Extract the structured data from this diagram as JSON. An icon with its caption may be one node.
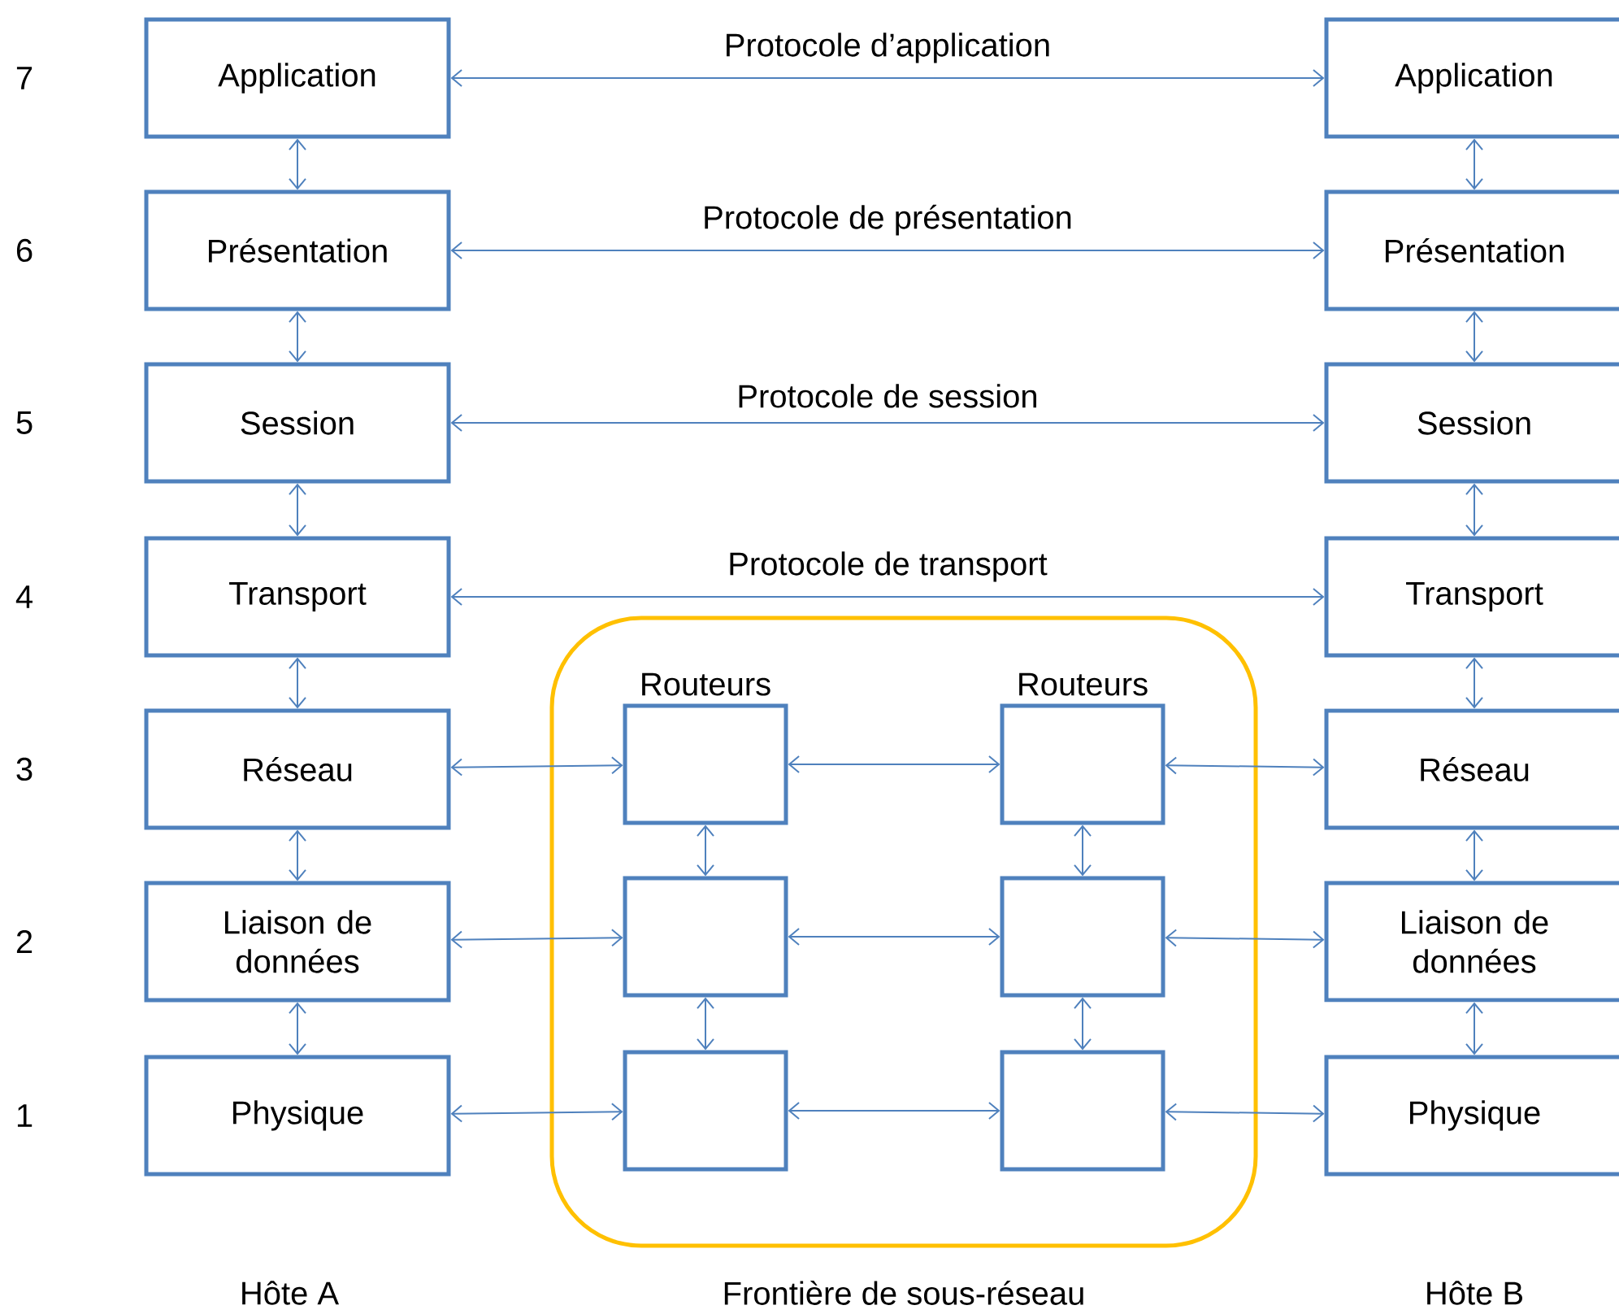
{
  "diagram": {
    "nodes": [
      {
        "text": [
          "Frontière de sous-réseau"
        ]
      },
      {
        "text": [
          "Application"
        ]
      },
      {
        "text": [
          "Présentation"
        ]
      },
      {
        "text": [
          "Session"
        ]
      },
      {
        "text": [
          "Transport"
        ]
      },
      {
        "text": [
          "Réseau"
        ]
      },
      {
        "text": [
          "Liaison de données"
        ]
      },
      {
        "text": [
          "Physique"
        ]
      },
      {
        "text": [
          "Application"
        ]
      },
      {
        "text": [
          "Présentation"
        ]
      },
      {
        "text": [
          "Session"
        ]
      },
      {
        "text": [
          "Transport"
        ]
      },
      {
        "text": [
          "Réseau"
        ]
      },
      {
        "text": [
          "Liaison de données"
        ]
      },
      {
        "text": [
          "Physique"
        ]
      },
      {
        "text": [
          "Routeurs"
        ],
        "in": 0
      },
      {
        "text": [],
        "shape": "box",
        "in": 0
      },
      {
        "text": [],
        "shape": "box",
        "in": 0
      },
      {
        "text": [
          "Routeurs"
        ],
        "in": 0
      },
      {
        "text": [],
        "shape": "box",
        "in": 0
      },
      {
        "text": [],
        "shape": "box",
        "in": 0
      }
    ],
    "edges": [
      {
        "from": 1,
        "to": 8,
        "arrow": "both",
        "label": "Protocole d’application"
      },
      {
        "from": 2,
        "to": 9,
        "arrow": "both",
        "label": "Protocole de présentation"
      },
      {
        "from": 3,
        "to": 10,
        "arrow": "both",
        "label": "Protocole de session"
      },
      {
        "from": 4,
        "to": 11,
        "arrow": "both",
        "label": "Protocole de transport"
      },
      {
        "from": 1,
        "to": 2,
        "arrow": "both"
      },
      {
        "from": 2,
        "to": 3,
        "arrow": "both"
      },
      {
        "from": 3,
        "to": 4,
        "arrow": "both"
      },
      {
        "from": 4,
        "to": 5,
        "arrow": "both"
      },
      {
        "from": 5,
        "to": 6,
        "arrow": "both"
      },
      {
        "from": 6,
        "to": 7,
        "arrow": "both"
      },
      {
        "from": 8,
        "to": 9,
        "arrow": "both"
      },
      {
        "from": 9,
        "to": 10,
        "arrow": "both"
      },
      {
        "from": 10,
        "to": 11,
        "arrow": "both"
      },
      {
        "from": 11,
        "to": 12,
        "arrow": "both"
      },
      {
        "from": 12,
        "to": 13,
        "arrow": "both"
      },
      {
        "from": 13,
        "to": 14,
        "arrow": "both"
      },
      {
        "from": 5,
        "to": 15,
        "arrow": "both"
      },
      {
        "from": 15,
        "to": 18,
        "arrow": "both"
      },
      {
        "from": 18,
        "to": 12,
        "arrow": "both"
      },
      {
        "from": 6,
        "to": 16,
        "arrow": "both"
      },
      {
        "from": 16,
        "to": 19,
        "arrow": "both"
      },
      {
        "from": 19,
        "to": 13,
        "arrow": "both"
      },
      {
        "from": 7,
        "to": 17,
        "arrow": "both"
      },
      {
        "from": 17,
        "to": 20,
        "arrow": "both"
      },
      {
        "from": 20,
        "to": 14,
        "arrow": "both"
      },
      {
        "from": 15,
        "to": 16,
        "arrow": "both"
      },
      {
        "from": 16,
        "to": 17,
        "arrow": "both"
      },
      {
        "from": 18,
        "to": 19,
        "arrow": "both"
      },
      {
        "from": 19,
        "to": 20,
        "arrow": "both"
      }
    ],
    "labels": [
      "7",
      "6",
      "5",
      "4",
      "3",
      "2",
      "1",
      "Hôte A",
      "Hôte B"
    ]
  }
}
